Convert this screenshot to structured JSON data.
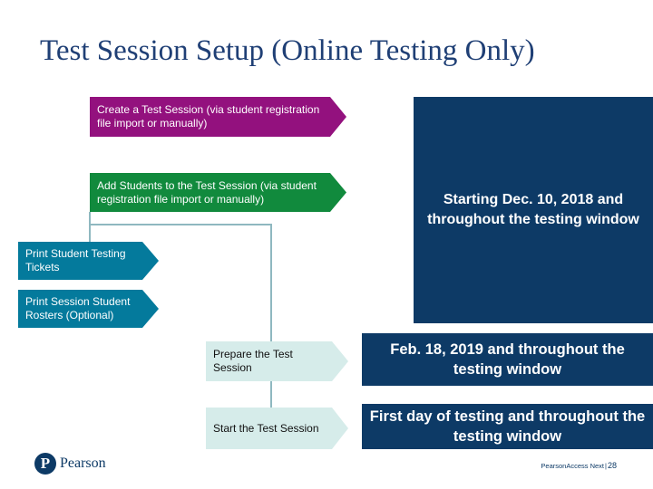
{
  "title": "Test Session Setup (Online Testing Only)",
  "steps": {
    "create": "Create a Test Session (via student registration file import or manually)",
    "add": "Add Students to the Test Session (via student registration file import or manually)",
    "tickets": "Print Student Testing Tickets",
    "rosters": "Print Session Student Rosters (Optional)",
    "prepare": "Prepare the Test Session",
    "start": "Start the Test Session"
  },
  "timing": {
    "starting": "Starting Dec. 10, 2018 and throughout the testing window",
    "feb": "Feb. 18, 2019  and throughout the testing window",
    "first_day": "First day of testing and throughout the testing window"
  },
  "logo": {
    "mark": "P",
    "text": "Pearson"
  },
  "footer": {
    "app": "PearsonAccess Next",
    "separator": "|",
    "page": "28"
  },
  "colors": {
    "title": "#1f3f75",
    "create": "#93117e",
    "add": "#118a3d",
    "print": "#047a9c",
    "prepare": "#d6ecea",
    "panel": "#0d3a66",
    "connector": "#8fb8c0"
  }
}
